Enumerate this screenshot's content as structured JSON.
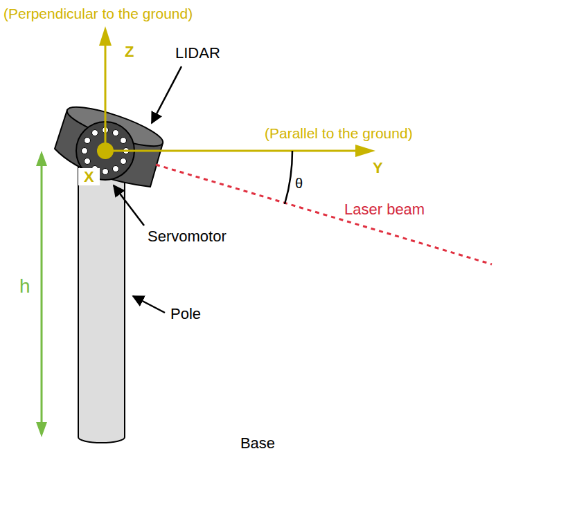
{
  "diagram": {
    "nodes": [
      {
        "text": [
          "Base"
        ]
      }
    ],
    "labels": [
      "(Perpendicular to the ground)",
      "Z",
      "LIDAR",
      "(Parallel to the ground)",
      "Y",
      "X",
      "θ",
      "Laser beam",
      "Servomotor",
      "h",
      "Pole"
    ]
  }
}
